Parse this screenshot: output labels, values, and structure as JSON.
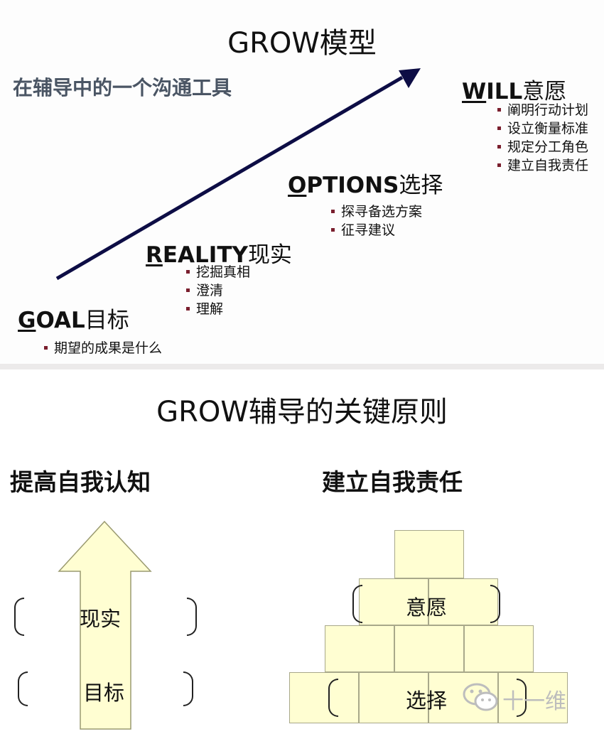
{
  "model": {
    "title": "GROW模型",
    "subtitle": "在辅导中的一个沟通工具",
    "stages": [
      {
        "id": "goal",
        "first": "G",
        "rest": "OAL",
        "cn": "目标",
        "items": [
          "期望的成果是什么"
        ]
      },
      {
        "id": "reality",
        "first": "R",
        "rest": "EALITY",
        "cn": "现实",
        "items": [
          "挖掘真相",
          "澄清",
          "理解"
        ]
      },
      {
        "id": "options",
        "first": "O",
        "rest": "PTIONS",
        "cn": "选择",
        "items": [
          "探寻备选方案",
          "征寻建议"
        ]
      },
      {
        "id": "will",
        "first": "W",
        "rest": "ILL",
        "cn": "意愿",
        "items": [
          "阐明行动计划",
          "设立衡量标准",
          "规定分工角色",
          "建立自我责任"
        ]
      }
    ],
    "arrow_color": "#0d0d45",
    "bullet_color": "#7a1f2e"
  },
  "principles": {
    "title": "GROW辅导的关键原则",
    "left": {
      "heading": "提高自我认知",
      "arrow_labels": [
        "现实",
        "目标"
      ],
      "arrow_color": "#fffed2"
    },
    "right": {
      "heading": "建立自我责任",
      "pyramid_labels": {
        "upper": "意愿",
        "bottom": "选择"
      },
      "block_color": "#fffed2"
    }
  },
  "watermark": {
    "text": "十一维"
  }
}
